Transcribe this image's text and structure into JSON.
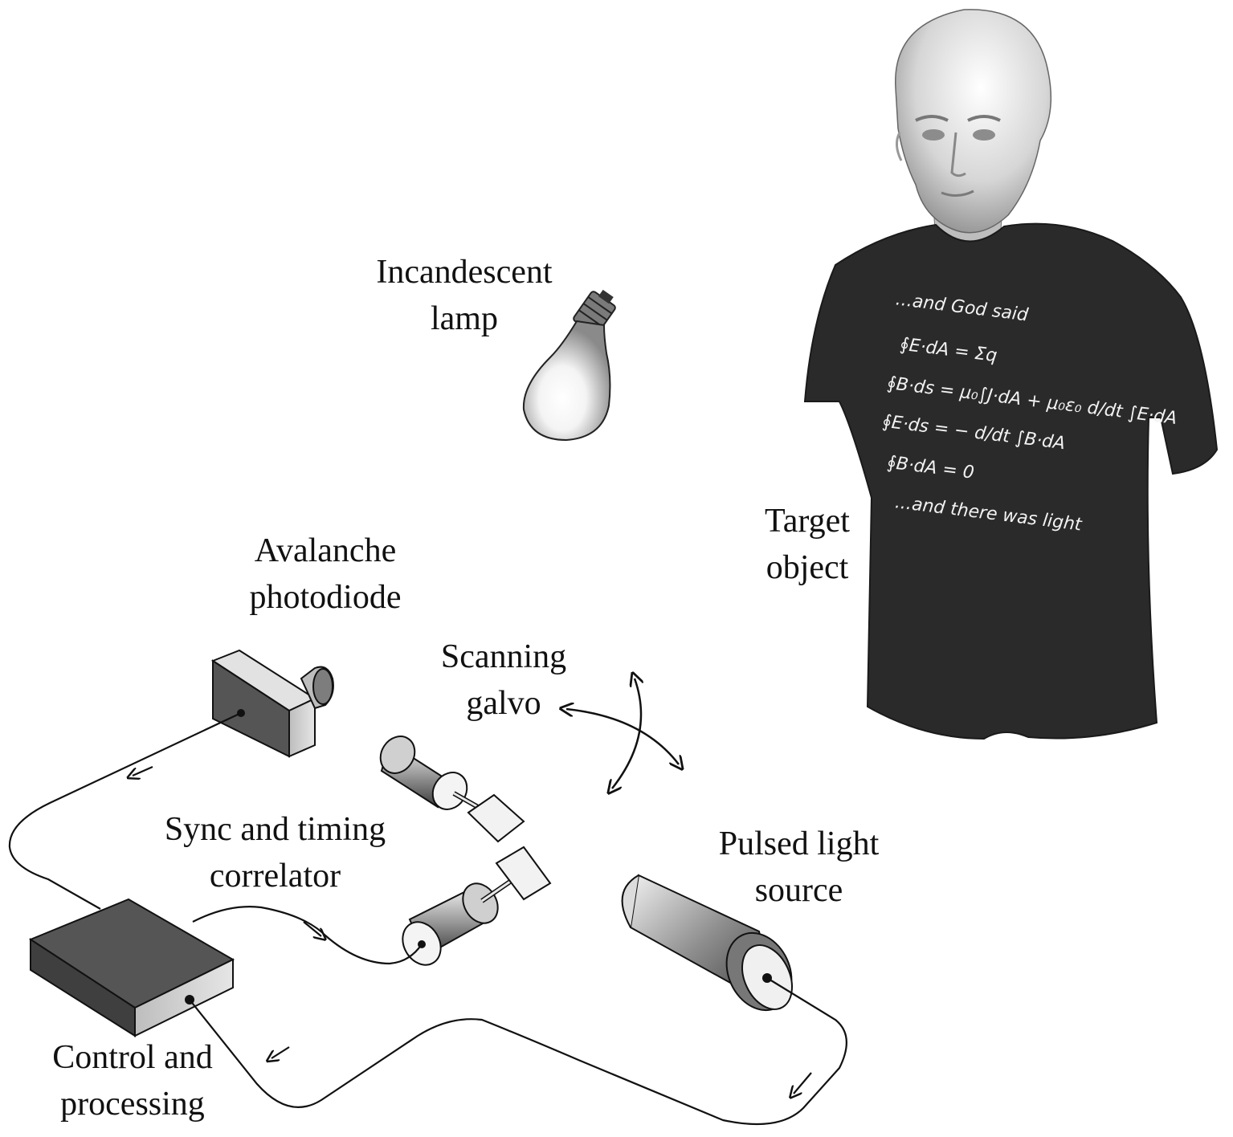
{
  "labels": {
    "lamp": [
      "Incandescent",
      "lamp"
    ],
    "detector": [
      "Avalanche",
      "photodiode"
    ],
    "galvo": [
      "Scanning",
      "galvo"
    ],
    "sync": [
      "Sync and timing",
      "correlator"
    ],
    "control": [
      "Control and",
      "processing"
    ],
    "source": [
      "Pulsed light",
      "source"
    ],
    "target": [
      "Target",
      "object"
    ]
  },
  "shirt_lines": [
    "...and God said",
    "∮E·dA = Σq",
    "∮B·ds = μ₀∫J·dA + μ₀ε₀ d/dt ∫E·dA",
    "∮E·ds = − d/dt ∫B·dA",
    "∮B·dA = 0",
    "...and there was light"
  ],
  "colors": {
    "ink": "#111111",
    "shirt": "#2a2a2a",
    "skin": "#d9d9d9",
    "device_dark": "#4a4a4a"
  }
}
